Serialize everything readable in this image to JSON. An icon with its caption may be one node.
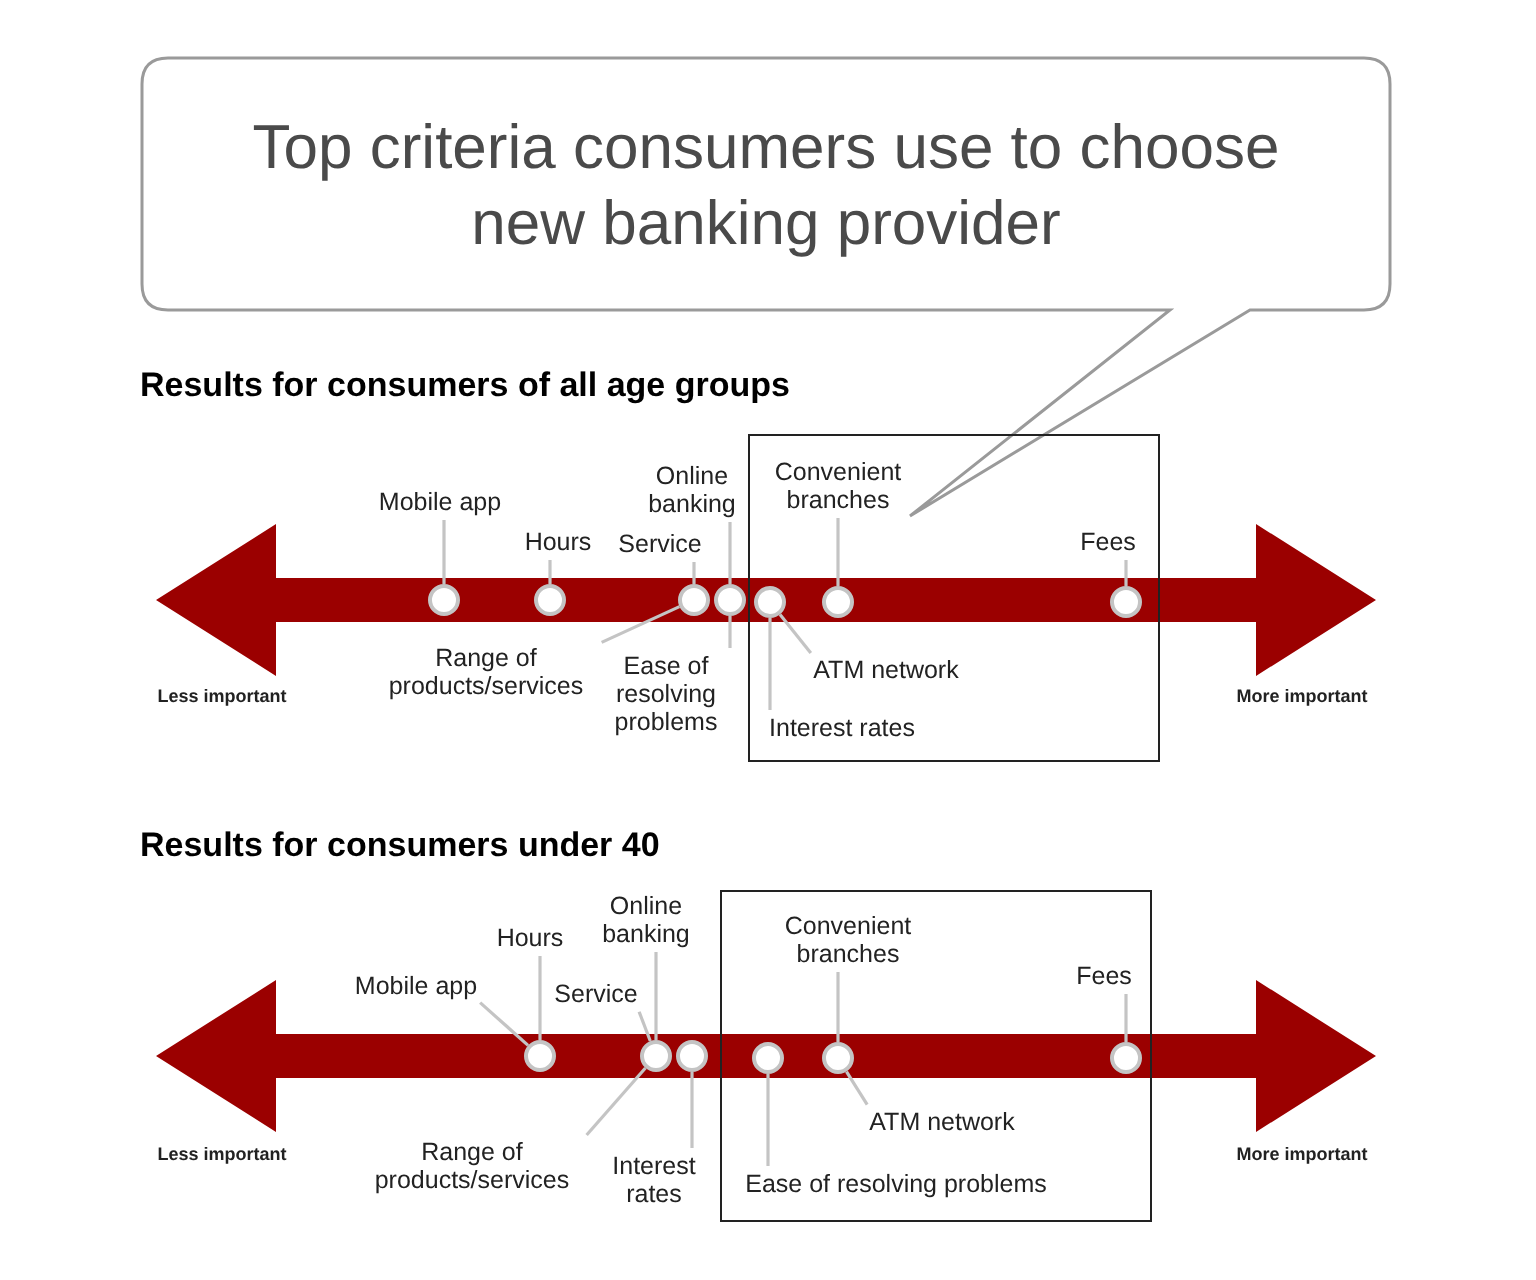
{
  "diagram": {
    "nodes": [
      {
        "text": [
          "Top criteria consumers use to choose new banking provider"
        ]
      },
      {
        "text": [],
        "shape": "box"
      },
      {
        "text": [
          "Mobile app"
        ]
      },
      {
        "text": [
          "Online banking"
        ]
      },
      {
        "text": [
          "Hours"
        ]
      },
      {
        "text": [
          "Service"
        ]
      },
      {
        "text": [
          "Convenient branches"
        ],
        "in": 1
      },
      {
        "text": [
          "Fees"
        ],
        "in": 1
      },
      {
        "text": [
          "Range of products/services"
        ]
      },
      {
        "text": [
          "Ease of resolving problems"
        ]
      },
      {
        "text": [
          "ATM network"
        ],
        "in": 1
      },
      {
        "text": [
          "Interest rates"
        ],
        "in": 1
      },
      {
        "text": [],
        "shape": "circle"
      },
      {
        "text": [],
        "shape": "circle"
      },
      {
        "text": [],
        "shape": "circle"
      },
      {
        "text": [],
        "shape": "circle"
      },
      {
        "text": [],
        "shape": "circle",
        "in": 1
      },
      {
        "text": [],
        "shape": "circle",
        "in": 1
      },
      {
        "text": [],
        "shape": "circle",
        "in": 1
      },
      {
        "text": [],
        "shape": "box"
      },
      {
        "text": [
          "Online banking"
        ]
      },
      {
        "text": [
          "Hours"
        ]
      },
      {
        "text": [
          "Mobile app"
        ]
      },
      {
        "text": [
          "Service"
        ]
      },
      {
        "text": [
          "Convenient branches"
        ],
        "in": 19
      },
      {
        "text": [
          "Fees"
        ],
        "in": 19
      },
      {
        "text": [
          "Range of products/services"
        ]
      },
      {
        "text": [
          "Interest rates"
        ]
      },
      {
        "text": [
          "ATM network"
        ],
        "in": 19
      },
      {
        "text": [
          "Ease of resolving problems"
        ],
        "in": 19
      },
      {
        "text": [],
        "shape": "circle"
      },
      {
        "text": [],
        "shape": "circle"
      },
      {
        "text": [],
        "shape": "circle"
      },
      {
        "text": [],
        "shape": "circle",
        "in": 19
      },
      {
        "text": [],
        "shape": "circle",
        "in": 19
      },
      {
        "text": [],
        "shape": "circle",
        "in": 19
      }
    ],
    "edges": [
      {
        "from": 2,
        "to": 12,
        "arrow": "none"
      },
      {
        "from": 4,
        "to": 13,
        "arrow": "none"
      },
      {
        "from": 5,
        "to": 14,
        "arrow": "none"
      },
      {
        "from": 8,
        "to": 14,
        "arrow": "none"
      },
      {
        "from": 3,
        "to": 15,
        "arrow": "none"
      },
      {
        "from": 9,
        "to": 15,
        "arrow": "none"
      },
      {
        "from": 11,
        "to": 16,
        "arrow": "none"
      },
      {
        "from": 10,
        "to": 16,
        "arrow": "none"
      },
      {
        "from": 6,
        "to": 17,
        "arrow": "none"
      },
      {
        "from": 7,
        "to": 18,
        "arrow": "none"
      },
      {
        "from": 22,
        "to": 30,
        "arrow": "none"
      },
      {
        "from": 21,
        "to": 30,
        "arrow": "none"
      },
      {
        "from": 23,
        "to": 31,
        "arrow": "none"
      },
      {
        "from": 20,
        "to": 31,
        "arrow": "none"
      },
      {
        "from": 26,
        "to": 31,
        "arrow": "none"
      },
      {
        "from": 27,
        "to": 32,
        "arrow": "none"
      },
      {
        "from": 29,
        "to": 33,
        "arrow": "none"
      },
      {
        "from": 24,
        "to": 34,
        "arrow": "none"
      },
      {
        "from": 28,
        "to": 34,
        "arrow": "none"
      },
      {
        "from": 25,
        "to": 35,
        "arrow": "none"
      }
    ],
    "labels": [
      "Results for consumers of all age groups",
      "Less important",
      "More important",
      "Results for consumers under 40",
      "Less important",
      "More important"
    ]
  }
}
